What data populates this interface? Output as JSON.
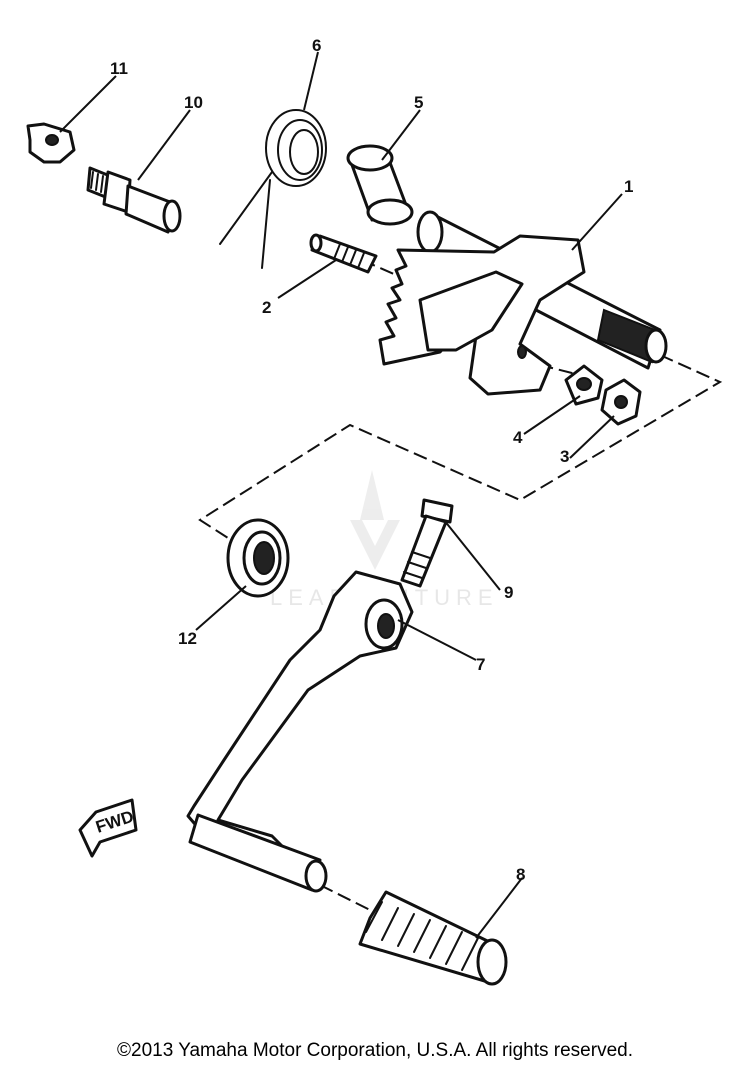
{
  "diagram": {
    "watermark": "LEADVENTURE",
    "fwd_label": "FWD",
    "callouts": [
      "1",
      "2",
      "3",
      "4",
      "5",
      "6",
      "7",
      "8",
      "9",
      "10",
      "11",
      "12"
    ]
  },
  "footer": {
    "copyright": "©2013 Yamaha Motor Corporation, U.S.A. All rights reserved."
  }
}
